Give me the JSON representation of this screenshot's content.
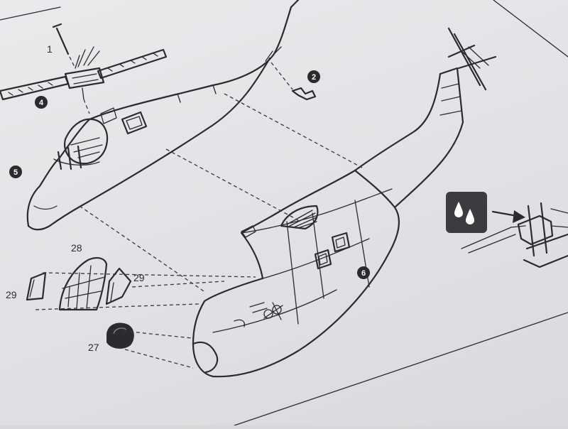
{
  "labels": [
    "1",
    "2",
    "4",
    "5",
    "6",
    "28",
    "29",
    "29",
    "27"
  ],
  "colors": {
    "paper": "#e6e7ea",
    "ink": "#2b2b2e"
  }
}
